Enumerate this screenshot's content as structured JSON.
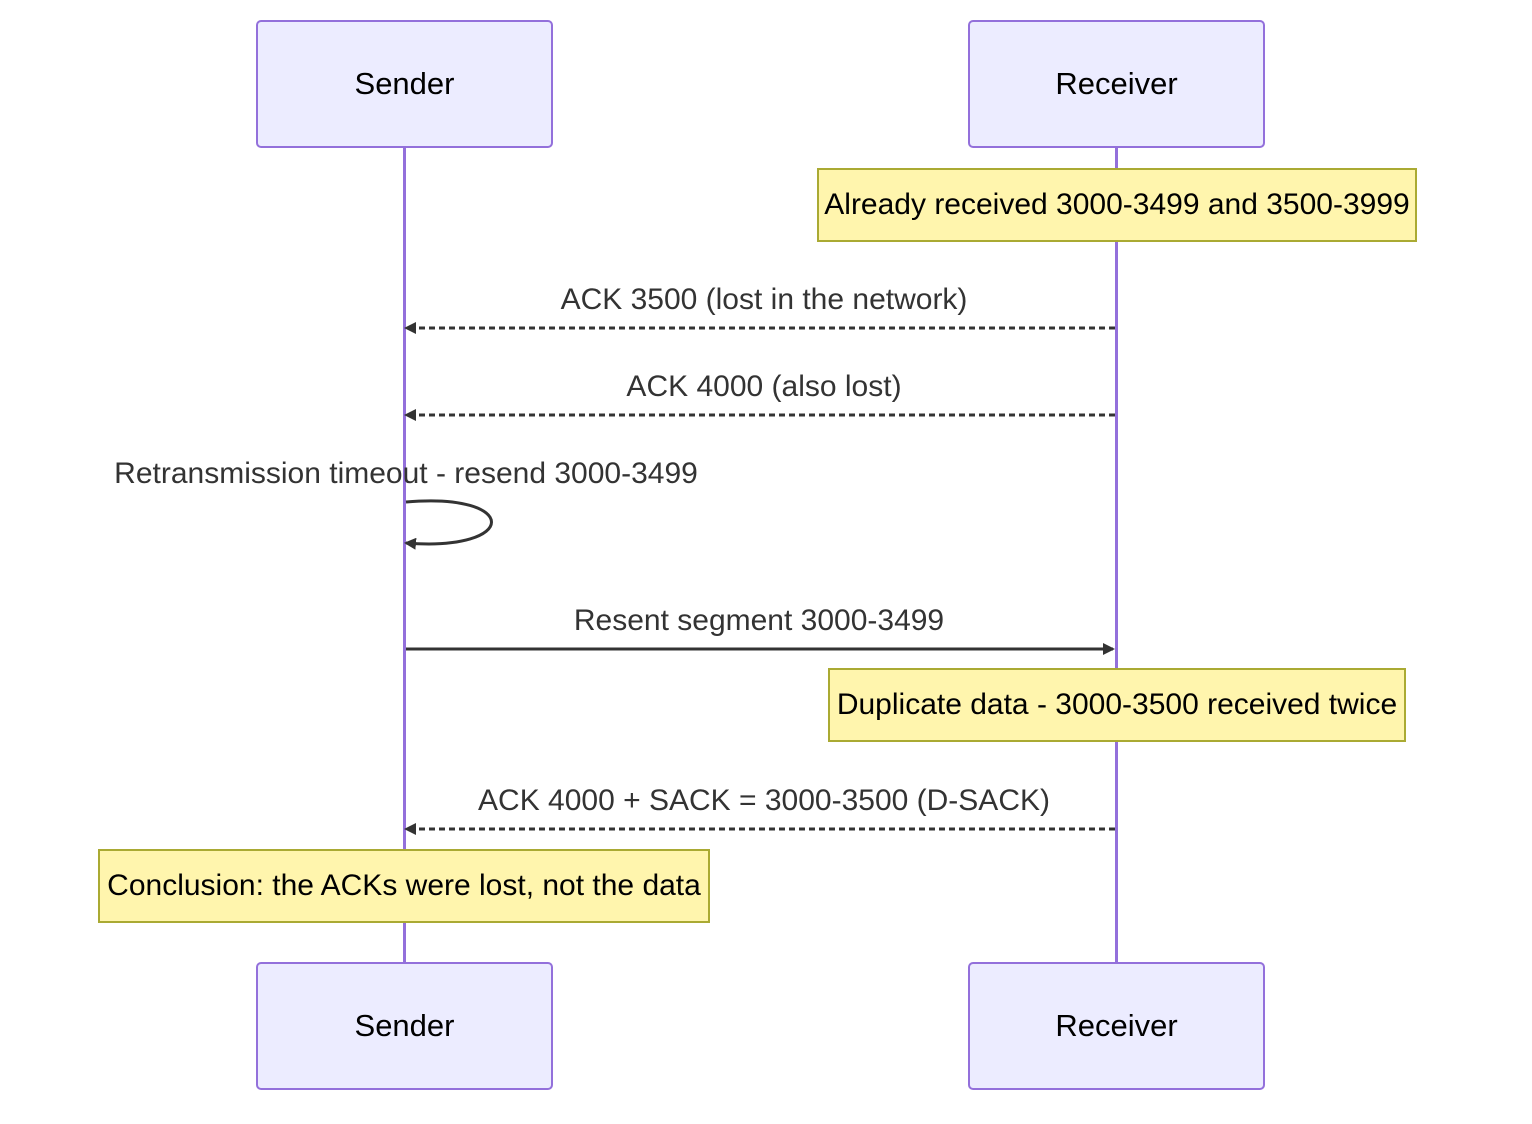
{
  "participants": {
    "sender": "Sender",
    "receiver": "Receiver"
  },
  "notes": {
    "already_received": "Already received 3000-3499 and 3500-3999",
    "duplicate": "Duplicate data - 3000-3500 received twice",
    "conclusion": "Conclusion: the ACKs were lost, not the data"
  },
  "messages": {
    "ack_3500": "ACK 3500 (lost in the network)",
    "ack_4000": "ACK 4000 (also lost)",
    "timeout": "Retransmission timeout - resend 3000-3499",
    "resent": "Resent segment 3000-3499",
    "dsack": "ACK 4000 + SACK = 3000-3500 (D-SACK)"
  },
  "colors": {
    "actor_fill": "#ECECFF",
    "actor_border": "#9370DB",
    "note_fill": "#FFF5AD",
    "note_border": "#AAAA33",
    "arrow": "#333333"
  }
}
